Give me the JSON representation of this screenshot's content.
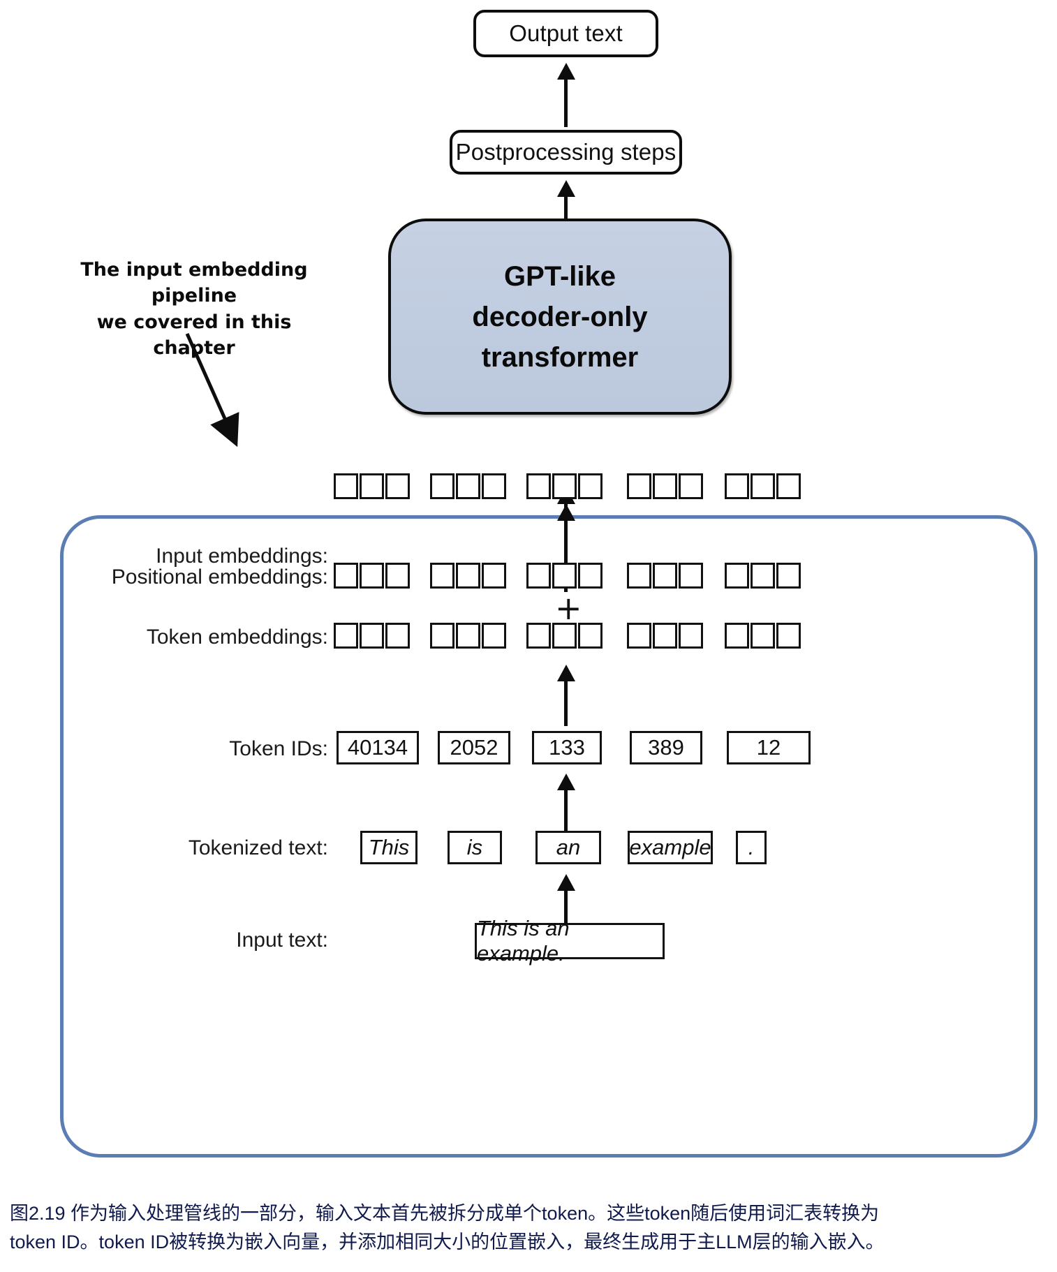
{
  "figure": {
    "top_chain": {
      "output_text_label": "Output text",
      "postprocessing_label": "Postprocessing steps",
      "transformer_label": "GPT-like\ndecoder-only\ntransformer"
    },
    "annotation": {
      "line1": "The input embedding pipeline",
      "line2": "we covered in this chapter"
    },
    "rows": {
      "input_embeddings_label": "Input embeddings:",
      "positional_embeddings_label": "Positional embeddings:",
      "token_embeddings_label": "Token embeddings:",
      "token_ids_label": "Token IDs:",
      "tokenized_text_label": "Tokenized text:",
      "input_text_label": "Input text:"
    },
    "plus_symbol": "+",
    "token_ids": [
      "40134",
      "2052",
      "133",
      "389",
      "12"
    ],
    "tokens": [
      "This",
      "is",
      "an",
      "example",
      "."
    ],
    "input_text": "This is an example.",
    "embedding_cells_per_group": 3,
    "num_token_positions": 5,
    "colors": {
      "transformer_fill": "#c3cfe0",
      "pipeline_border": "#5a7db4",
      "stroke": "#0d0d0d",
      "caption_text": "#101a4d"
    }
  },
  "caption": {
    "line1": "图2.19 作为输入处理管线的一部分，输入文本首先被拆分成单个token。这些token随后使用词汇表转换为",
    "line2": "token ID。token ID被转换为嵌入向量，并添加相同大小的位置嵌入，最终生成用于主LLM层的输入嵌入。"
  }
}
